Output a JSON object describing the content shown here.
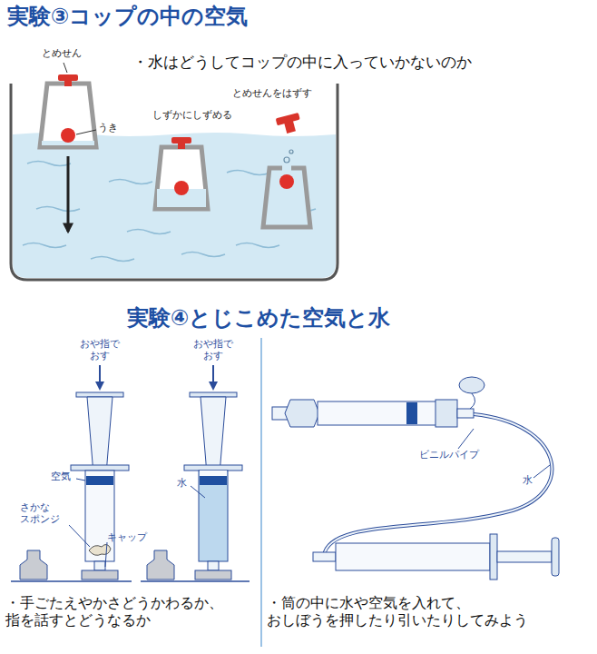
{
  "diagram": {
    "title": "実験③コップの中の空気",
    "labels": [
      "・水はどうしてコップの中に入っていかないのか",
      "とめせん",
      "うき",
      "しずかにしずめる",
      "とめせんをはずす",
      "実験④とじこめた空気と水",
      "おや指で おす",
      "おや指で おす",
      "空気",
      "さかな スポンジ",
      "キャップ",
      "水",
      "ビニルパイプ",
      "水",
      "・手ごたえやかさどうかわるか、 指を話すとどうなるか",
      "・筒の中に水や空気を入れて、 おしぼうを押したり引いたりしてみよう"
    ]
  }
}
